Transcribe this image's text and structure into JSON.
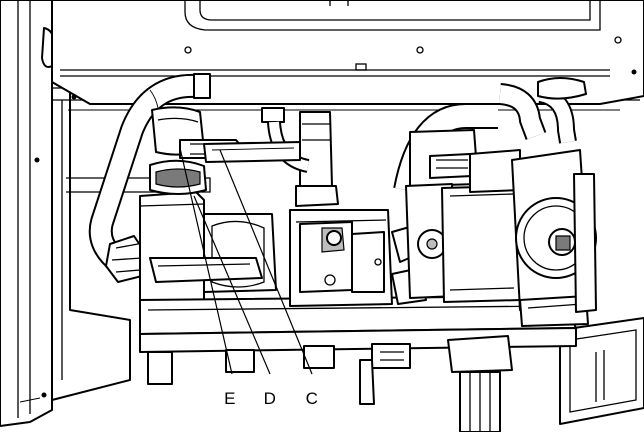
{
  "callouts": [
    {
      "id": "E",
      "label": "E"
    },
    {
      "id": "D",
      "label": "D"
    },
    {
      "id": "C",
      "label": "C"
    }
  ]
}
